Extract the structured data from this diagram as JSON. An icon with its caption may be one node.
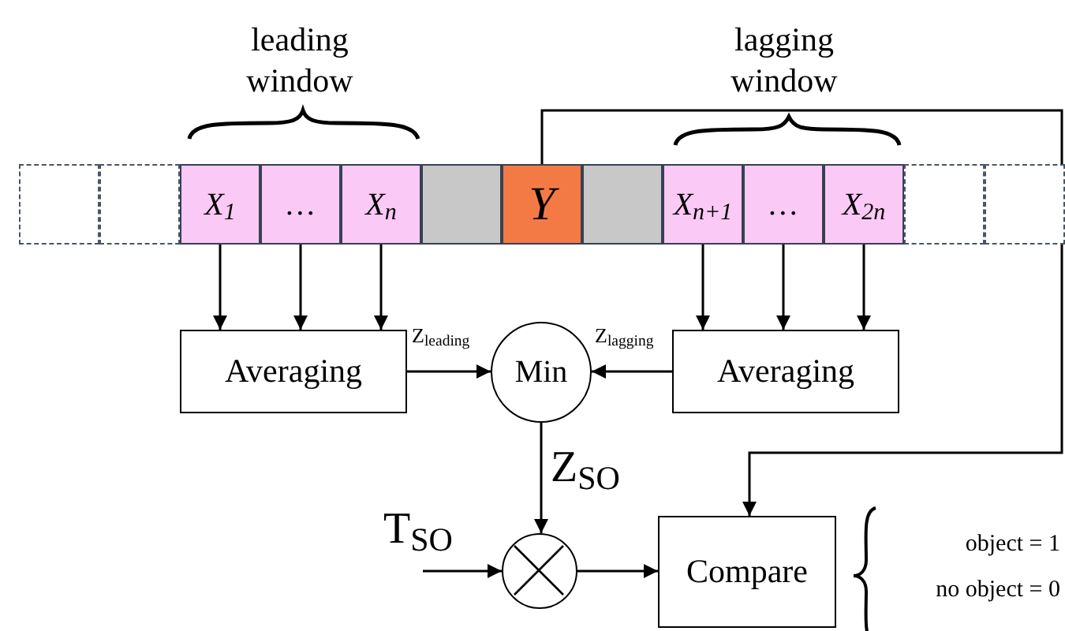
{
  "diagram": {
    "nodes": [
      {
        "text": [],
        "shape": "box"
      },
      {
        "text": [],
        "shape": "box"
      },
      {
        "text": [
          "X$_{1}$"
        ]
      },
      {
        "text": [
          "…"
        ]
      },
      {
        "text": [
          "X$_{n}$"
        ]
      },
      {
        "text": [],
        "shape": "box"
      },
      {
        "text": [
          "Y"
        ]
      },
      {
        "text": [],
        "shape": "box"
      },
      {
        "text": [
          "X$_{n+1}$"
        ]
      },
      {
        "text": [
          "…"
        ]
      },
      {
        "text": [
          "X$_{2n}$"
        ]
      },
      {
        "text": [],
        "shape": "box"
      },
      {
        "text": [],
        "shape": "box"
      },
      {
        "text": [
          "Averaging"
        ]
      },
      {
        "text": [
          "Min"
        ]
      },
      {
        "text": [
          "Averaging"
        ]
      },
      {
        "text": [],
        "shape": "circle"
      },
      {
        "text": [
          "Compare"
        ],
        "beside": [
          "object = 1",
          "no object = 0"
        ]
      }
    ],
    "edges": [
      {
        "from": 2,
        "to": 13,
        "arrow": "to"
      },
      {
        "from": 3,
        "to": 13,
        "arrow": "to"
      },
      {
        "from": 4,
        "to": 13,
        "arrow": "to"
      },
      {
        "from": 8,
        "to": 15,
        "arrow": "to"
      },
      {
        "from": 9,
        "to": 15,
        "arrow": "to"
      },
      {
        "from": 10,
        "to": 15,
        "arrow": "to"
      },
      {
        "from": 13,
        "to": 14,
        "arrow": "to",
        "label": "Z$_{leading}$"
      },
      {
        "from": 15,
        "to": 14,
        "arrow": "to",
        "label": "Z$_{lagging}$"
      },
      {
        "from": 14,
        "to": 16,
        "arrow": "to",
        "label": "Z$_{SO}$"
      },
      {
        "from": null,
        "to": 16,
        "arrow": "to",
        "label": "T$_{SO}$"
      },
      {
        "from": 16,
        "to": 17,
        "arrow": "to"
      },
      {
        "from": 6,
        "to": 17,
        "arrow": "to"
      }
    ],
    "labels": [
      "leading window",
      "lagging window"
    ]
  }
}
